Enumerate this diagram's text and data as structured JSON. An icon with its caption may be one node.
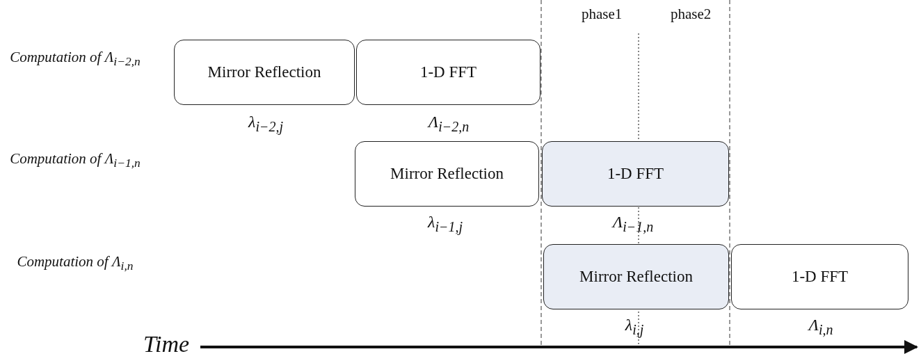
{
  "diagram": {
    "nodes": [
      {
        "text": [
          "Mirror Reflection"
        ],
        "beside": [
          "λ$_{i−2,j}$"
        ]
      },
      {
        "text": [
          "1-D FFT"
        ],
        "beside": [
          "Λ$_{i−2,n}$"
        ]
      },
      {
        "text": [
          "Mirror Reflection"
        ],
        "beside": [
          "λ$_{i−1,j}$"
        ]
      },
      {
        "text": [
          "1-D FFT"
        ],
        "beside": [
          "Λ$_{i−1,n}$"
        ]
      },
      {
        "text": [
          "Mirror Reflection"
        ],
        "beside": [
          "λ$_{i,j}$"
        ]
      },
      {
        "text": [
          "1-D FFT"
        ],
        "beside": [
          "Λ$_{i,n}$"
        ]
      }
    ],
    "labels": [
      "phase1",
      "phase2",
      "Computation of Λ$_{i−2,n}$",
      "Computation of Λ$_{i−1,n}$",
      "Computation of Λ$_{i,n}$",
      "Time"
    ]
  }
}
